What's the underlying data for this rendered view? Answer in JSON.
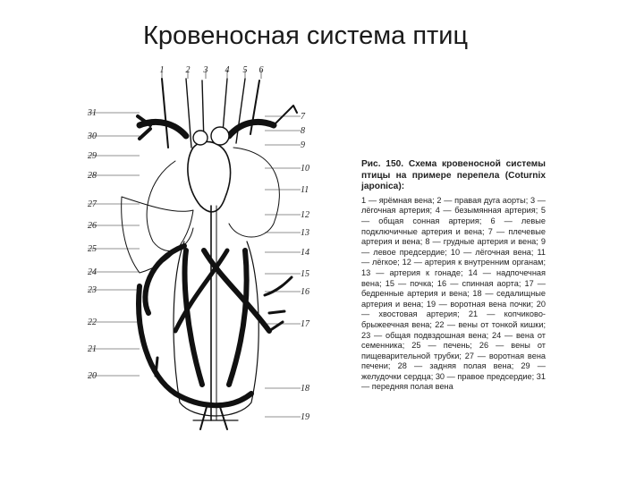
{
  "title": "Кровеносная система птиц",
  "figure": {
    "labels": {
      "top": [
        "1",
        "2",
        "3",
        "4",
        "5",
        "6"
      ],
      "right": [
        "7",
        "8",
        "9",
        "10",
        "11",
        "12",
        "13",
        "14",
        "15",
        "16",
        "17",
        "18",
        "19"
      ],
      "left": [
        "31",
        "30",
        "29",
        "28",
        "27",
        "26",
        "25",
        "24",
        "23",
        "22",
        "21",
        "20"
      ]
    }
  },
  "caption": {
    "heading": "Рис. 150. Схема кровеносной системы птицы на примере перепела (Coturnix japonica):",
    "body": "1 — ярёмная вена; 2 — правая дуга аорты; 3 — лёгочная артерия; 4 — безымянная артерия; 5 — общая сонная артерия; 6 — левые подключичные артерия и вена; 7 — плечевые артерия и вена; 8 — грудные артерия и вена; 9 — левое предсердие; 10 — лёгочная вена; 11 — лёгкое; 12 — артерия к внутренним органам; 13 — артерия к гонаде; 14 — надпочечная вена; 15 — почка; 16 — спинная аорта; 17 — бедренные артерия и вена; 18 — седалищные артерия и вена; 19 — воротная вена почки; 20 — хвостовая артерия; 21 — копчиково-брыжеечная вена; 22 — вены от тонкой кишки; 23 — общая подвздошная вена; 24 — вена от семенника; 25 — печень; 26 — вены от пищеварительной трубки; 27 — воротная вена печени; 28 — задняя полая вена; 29 — желудочки сердца; 30 — правое предсердие; 31 — передняя полая вена"
  }
}
